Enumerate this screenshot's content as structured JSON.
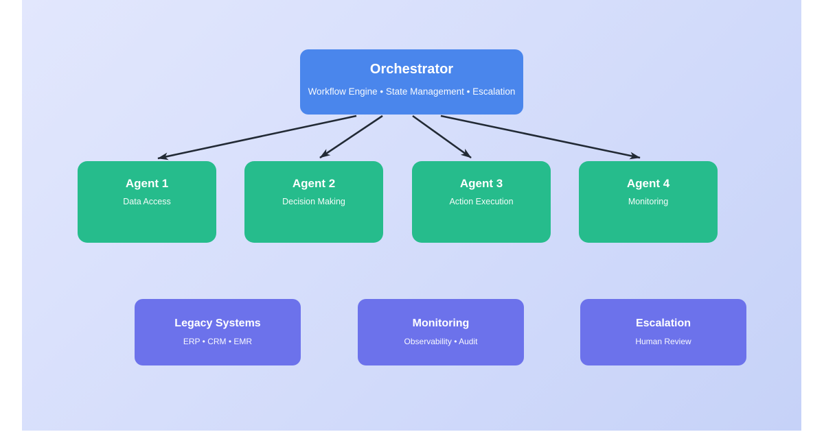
{
  "colors": {
    "canvas": "#ffffff",
    "background_gradient_start": "#e2e7fd",
    "background_gradient_end": "#c6d2f8",
    "orchestrator_fill": "#4a86ec",
    "agent_fill": "#26bc8c",
    "system_fill": "#6c72eb",
    "edge": "#222a35",
    "text": "#ffffff"
  },
  "orchestrator": {
    "title": "Orchestrator",
    "subtitle": "Workflow Engine • State Management • Escalation"
  },
  "agents": [
    {
      "title": "Agent 1",
      "subtitle": "Data Access"
    },
    {
      "title": "Agent 2",
      "subtitle": "Decision Making"
    },
    {
      "title": "Agent 3",
      "subtitle": "Action Execution"
    },
    {
      "title": "Agent 4",
      "subtitle": "Monitoring"
    }
  ],
  "systems": [
    {
      "title": "Legacy Systems",
      "subtitle": "ERP • CRM • EMR"
    },
    {
      "title": "Monitoring",
      "subtitle": "Observability • Audit"
    },
    {
      "title": "Escalation",
      "subtitle": "Human Review"
    }
  ],
  "edges": [
    {
      "from": "Orchestrator",
      "to": "Agent 1"
    },
    {
      "from": "Orchestrator",
      "to": "Agent 2"
    },
    {
      "from": "Orchestrator",
      "to": "Agent 3"
    },
    {
      "from": "Orchestrator",
      "to": "Agent 4"
    }
  ]
}
